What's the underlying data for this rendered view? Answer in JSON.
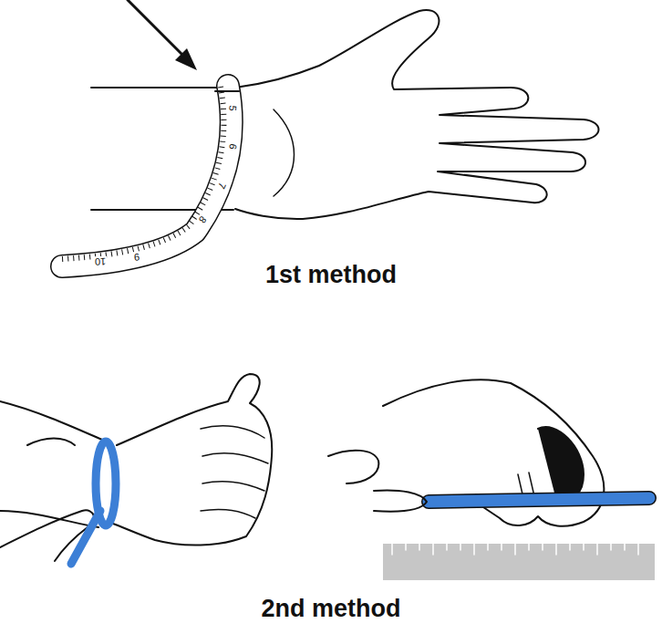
{
  "diagram": {
    "labels": [
      "1st method",
      "2nd method",
      "5",
      "6",
      "7",
      "8",
      "9",
      "10"
    ]
  }
}
